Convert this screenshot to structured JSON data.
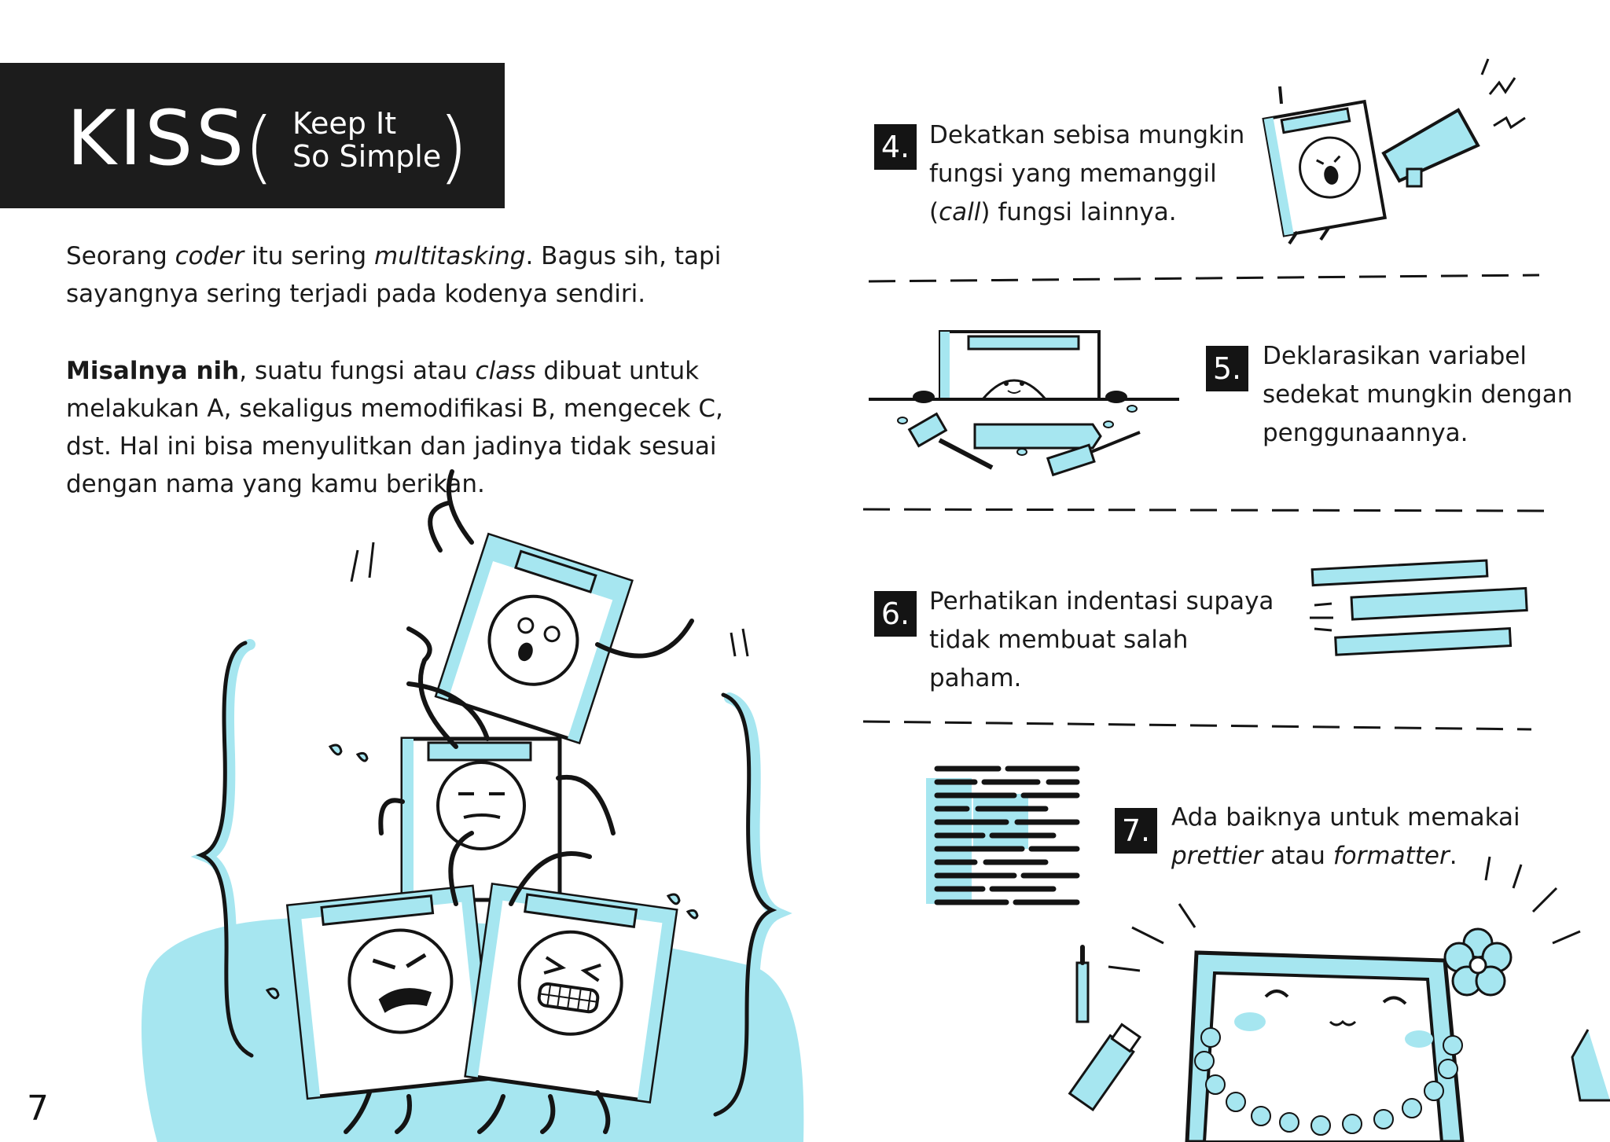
{
  "title": {
    "main": "KISS",
    "open_paren": "(",
    "sub_line1": "Keep It",
    "sub_line2": "So Simple",
    "close_paren": ")"
  },
  "intro": {
    "p1_a": "Seorang ",
    "p1_b": "coder",
    "p1_c": " itu sering ",
    "p1_d": "multitasking",
    "p1_e": ". Bagus sih, tapi sayangnya sering terjadi pada kodenya sendiri.",
    "p2_bold": "Misalnya nih",
    "p2_a": ", suatu fungsi atau ",
    "p2_b": "class",
    "p2_c": " dibuat untuk melakukan A, sekaligus memodifikasi B, mengecek C, dst. Hal ini bisa menyulitkan dan jadinya tidak sesuai dengan nama yang kamu berikan."
  },
  "steps": [
    {
      "number": "4.",
      "text_a": "Dekatkan sebisa mungkin fungsi yang memanggil (",
      "text_b": "call",
      "text_c": ") fungsi lainnya."
    },
    {
      "number": "5.",
      "text": "Deklarasikan variabel sedekat mungkin dengan penggunaannya."
    },
    {
      "number": "6.",
      "text": "Perhatikan indentasi supaya tidak membuat salah paham."
    },
    {
      "number": "7.",
      "text_a": "Ada baiknya untuk memakai ",
      "text_b": "prettier",
      "text_c": " atau ",
      "text_d": "formatter",
      "text_e": "."
    }
  ],
  "page_number": "7",
  "colors": {
    "accent": "#a6e6f0",
    "ink": "#141414",
    "paper": "#ffffff"
  },
  "illustrations": [
    "stacked-file-characters",
    "megaphone-file",
    "file-with-tools",
    "indented-bars",
    "code-block",
    "happy-laptop"
  ]
}
